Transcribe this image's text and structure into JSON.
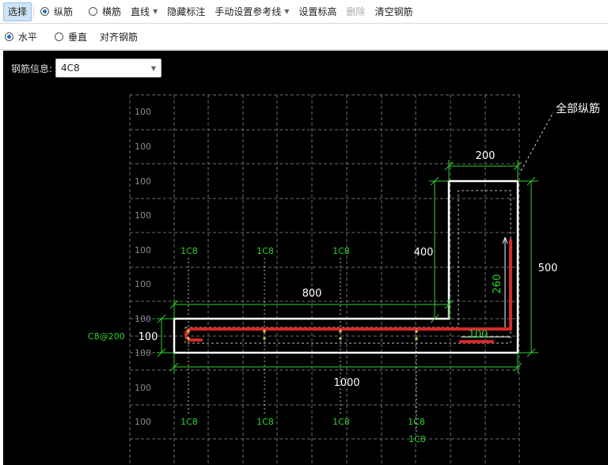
{
  "toolbar1": {
    "select": "选择",
    "longitudinal": "纵筋",
    "transverse": "横筋",
    "line": "直线",
    "hide_marks": "隐藏标注",
    "manual_ref": "手动设置参考线",
    "set_elev": "设置标高",
    "delete": "删除",
    "clear": "清空钢筋"
  },
  "toolbar2": {
    "horizontal": "水平",
    "vertical": "垂直",
    "align": "对齐钢筋"
  },
  "info": {
    "label": "钢筋信息:",
    "value": "4C8"
  },
  "drawing": {
    "grid_label": "100",
    "dim_200": "200",
    "dim_400": "400",
    "dim_500": "500",
    "dim_800": "800",
    "dim_1000": "1000",
    "dim_100_left": "100",
    "dim_260": "260",
    "dim_100_green": "100",
    "bar_c8": "1C8",
    "stirrup": "C8@200",
    "callout": "全部纵筋"
  },
  "colors": {
    "grid": "#6e6e6e",
    "outline": "#ffffff",
    "dimension": "#2fd12f",
    "rebar": "#d42a2a"
  }
}
